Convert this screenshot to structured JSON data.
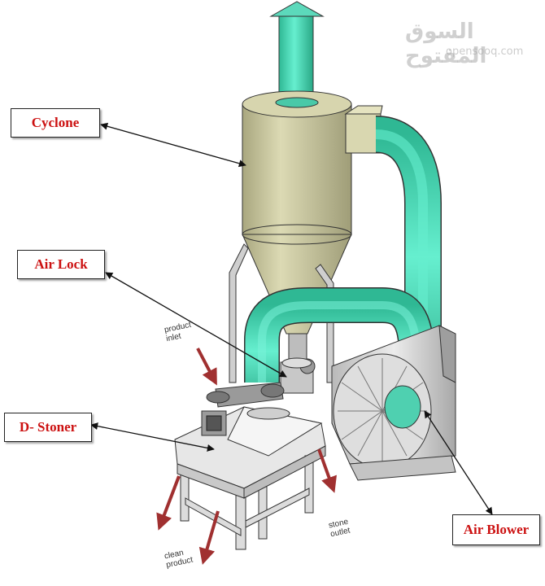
{
  "labels": {
    "cyclone": "Cyclone",
    "air_lock": "Air Lock",
    "d_stoner": "D- Stoner",
    "air_blower": "Air Blower"
  },
  "notes": {
    "product_inlet_line1": "product",
    "product_inlet_line2": "inlet",
    "clean_product_line1": "clean",
    "clean_product_line2": "product",
    "stone_outlet_line1": "stone",
    "stone_outlet_line2": "outlet"
  },
  "watermark": {
    "arabic": "السوق المفتوح",
    "latin": "opensooq.com"
  },
  "colors": {
    "label_text": "#cc1111",
    "duct": "#5fe3c4",
    "cyclone_body": "#c9c79f",
    "arrow": "#a03030"
  }
}
